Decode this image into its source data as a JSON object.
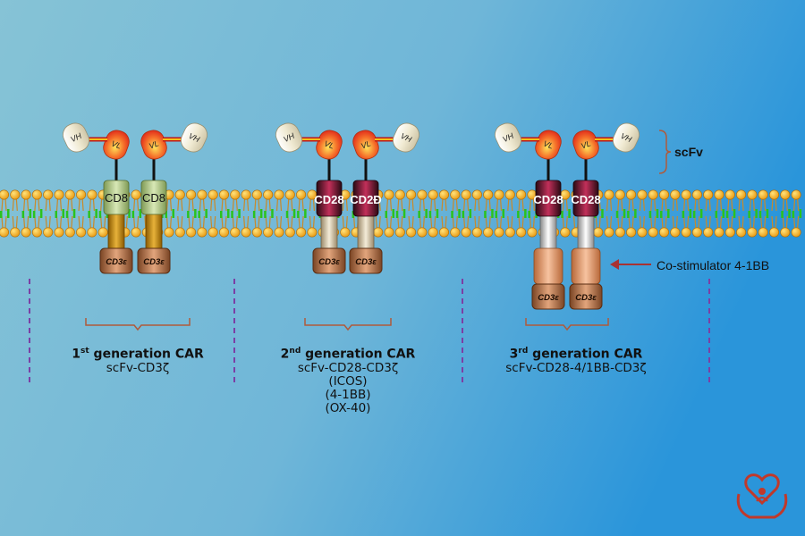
{
  "colors": {
    "bg_start": "#7fc0d6",
    "bg_end": "#1f8fd8",
    "head": "#f4c542",
    "tail": "#d7892a",
    "lipid_green": "#29c21b",
    "bracket": "#b05a3a",
    "dashed": "#7b3fa5",
    "arrow": "#a83232"
  },
  "labels": {
    "scfv": "scFv",
    "costim": "Co-stimulator 4-1BB",
    "vh": "VH",
    "vl": "VL",
    "cd8": "CD8",
    "cd28": "CD28",
    "cd28_clipped": "CD2Ɖ",
    "cd3e": "CD3ε"
  },
  "generations": [
    {
      "ordinal": "1",
      "suffix": "st",
      "title_rest": " generation CAR",
      "lines": [
        "scFv-CD3ζ"
      ]
    },
    {
      "ordinal": "2",
      "suffix": "nd",
      "title_rest": " generation CAR",
      "lines": [
        "scFv-CD28-CD3ζ",
        "(ICOS)",
        "(4-1BB)",
        "(OX-40)"
      ]
    },
    {
      "ordinal": "3",
      "suffix": "rd",
      "title_rest": " generation CAR",
      "lines": [
        "scFv-CD28-4/1BB-CD3ζ"
      ]
    }
  ]
}
